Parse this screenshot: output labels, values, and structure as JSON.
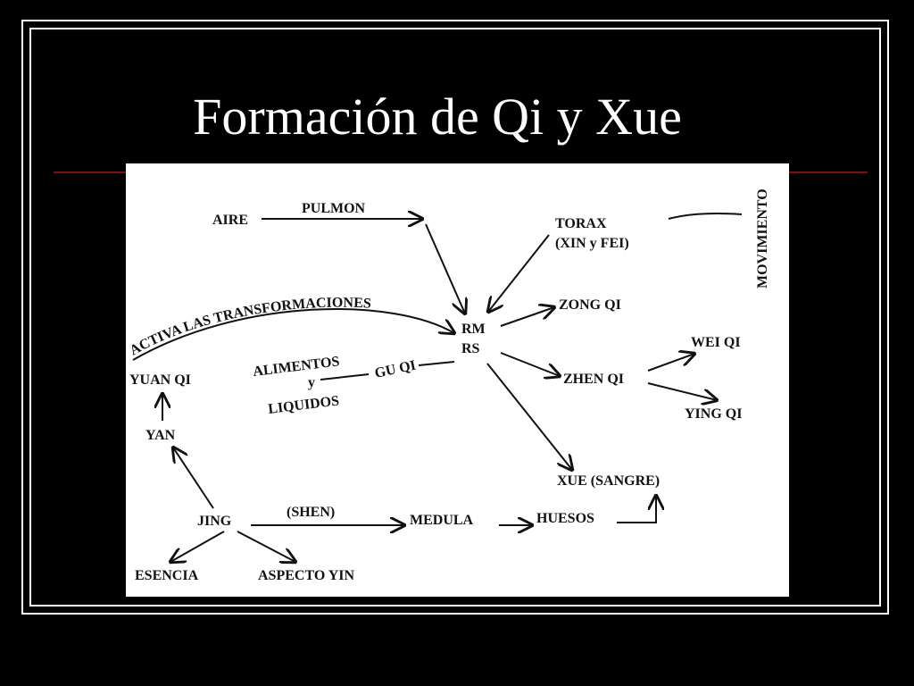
{
  "slide": {
    "title": "Formación de Qi y Xue"
  },
  "diagram": {
    "nodes": {
      "aire": "AIRE",
      "pulmon": "PULMON",
      "torax": "TORAX",
      "xin_fei": "(XIN y FEI)",
      "movimiento": "MOVIMIENTO",
      "activa": "ACTIVA LAS TRANSFORMACIONES",
      "rm": "RM",
      "rs": "RS",
      "zong_qi": "ZONG QI",
      "alimentos": "ALIMENTOS",
      "y": "y",
      "liquidos": "LIQUIDOS",
      "gu_qi": "GU QI",
      "yuan_qi": "YUAN QI",
      "yan": "YAN",
      "zhen_qi": "ZHEN QI",
      "wei_qi": "WEI QI",
      "ying_qi": "YING QI",
      "xue": "XUE (SANGRE)",
      "jing": "JING",
      "shen": "(SHEN)",
      "medula": "MEDULA",
      "huesos": "HUESOS",
      "esencia": "ESENCIA",
      "aspecto_yin": "ASPECTO YIN"
    }
  }
}
